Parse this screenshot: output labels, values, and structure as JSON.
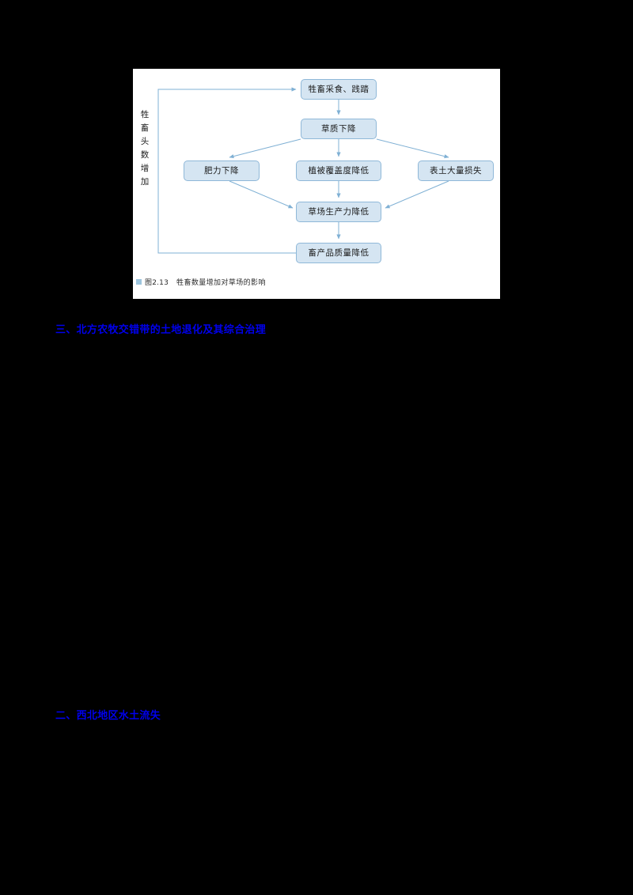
{
  "page": {
    "background_color": "#000000"
  },
  "figure": {
    "panel_background": "#ffffff",
    "box_fill": "#d5e5f2",
    "box_border": "#8fb8d8",
    "connector_color": "#7fb0d4",
    "vertical_label": [
      "牲",
      "畜",
      "头",
      "数",
      "增",
      "加"
    ],
    "boxes": {
      "graze": "牲畜采食、践踏",
      "quality": "草质下降",
      "fertility": "肥力下降",
      "cover": "植被覆盖度降低",
      "topsoil": "表土大量损失",
      "productivity": "草场生产力降低",
      "livestock_product": "畜产品质量降低"
    },
    "caption": {
      "marker_color": "#9ec6de",
      "label": "图2.13",
      "text": "牲畜数量增加对草场的影响"
    }
  },
  "document": {
    "heading_color": "#0000ee",
    "headings": [
      {
        "text": "三、北方农牧交错带的土地退化及其综合治理"
      },
      {
        "text": "二、西北地区水土流失"
      }
    ]
  }
}
